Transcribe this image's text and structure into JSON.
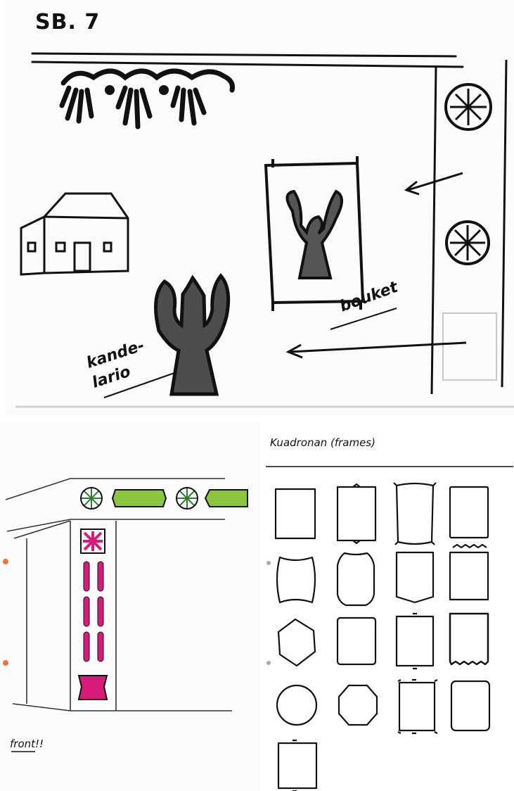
{
  "sketch": {
    "page_ref": "SB. 7",
    "label_bouquet": "bouket",
    "label_candelabra_line1": "kande-",
    "label_candelabra_line2": "lario"
  },
  "frames": {
    "title": "Kuadronan (frames)"
  },
  "front": {
    "label": "front!!"
  },
  "colors": {
    "ink": "#111111",
    "green_panel": "#8cc63f",
    "magenta": "#d81b7a",
    "orange_dot": "#e8763a"
  }
}
